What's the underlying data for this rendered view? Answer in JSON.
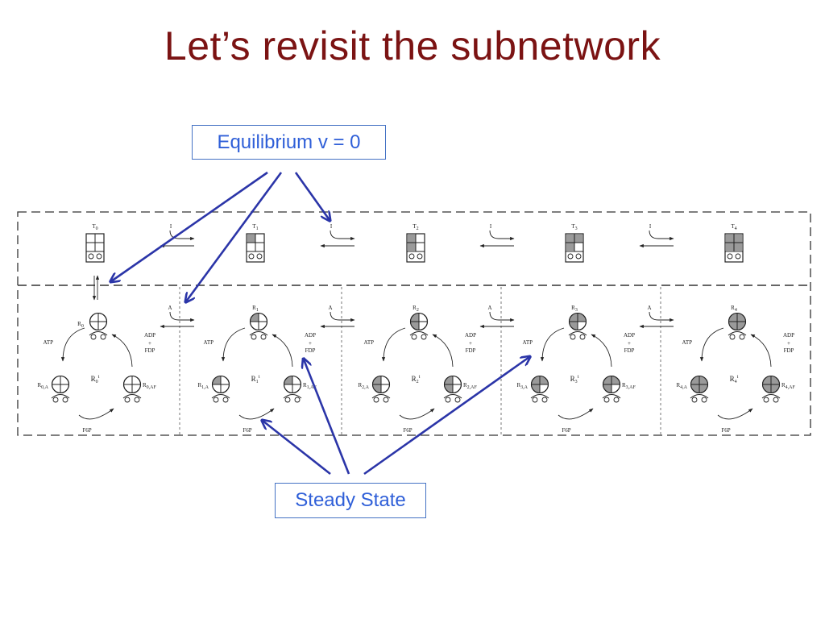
{
  "slide": {
    "title": "Let’s revisit the subnetwork",
    "callout_equilibrium": "Equilibrium v = 0",
    "callout_steady": "Steady State"
  },
  "diagram": {
    "t_states": [
      {
        "base": "T",
        "sub": "0",
        "filled": 0
      },
      {
        "base": "T",
        "sub": "1",
        "filled": 1
      },
      {
        "base": "T",
        "sub": "2",
        "filled": 2
      },
      {
        "base": "T",
        "sub": "3",
        "filled": 3
      },
      {
        "base": "T",
        "sub": "4",
        "filled": 4
      }
    ],
    "r_states": [
      {
        "base": "R",
        "sub": "0",
        "filled": 0,
        "a_sub": "0,A",
        "af_sub": "0,AF",
        "total": "R",
        "total_sub": "0",
        "total_sup": "t"
      },
      {
        "base": "R",
        "sub": "1",
        "filled": 1,
        "a_sub": "1,A",
        "af_sub": "1,AF",
        "total": "R",
        "total_sub": "1",
        "total_sup": "t"
      },
      {
        "base": "R",
        "sub": "2",
        "filled": 2,
        "a_sub": "2,A",
        "af_sub": "2,AF",
        "total": "R",
        "total_sub": "2",
        "total_sup": "t"
      },
      {
        "base": "R",
        "sub": "3",
        "filled": 3,
        "a_sub": "3,A",
        "af_sub": "3,AF",
        "total": "R",
        "total_sub": "3",
        "total_sup": "t"
      },
      {
        "base": "R",
        "sub": "4",
        "filled": 4,
        "a_sub": "4,A",
        "af_sub": "4,AF",
        "total": "R",
        "total_sub": "4",
        "total_sup": "t"
      }
    ],
    "ligand_t": "I",
    "ligand_r": "A",
    "atp": "ATP",
    "adp": "ADP",
    "plus": "+",
    "fdp": "FDP",
    "f6p": "F6P",
    "arrow_color": "#2b35a8",
    "fill_color": "#9a9a9a"
  }
}
